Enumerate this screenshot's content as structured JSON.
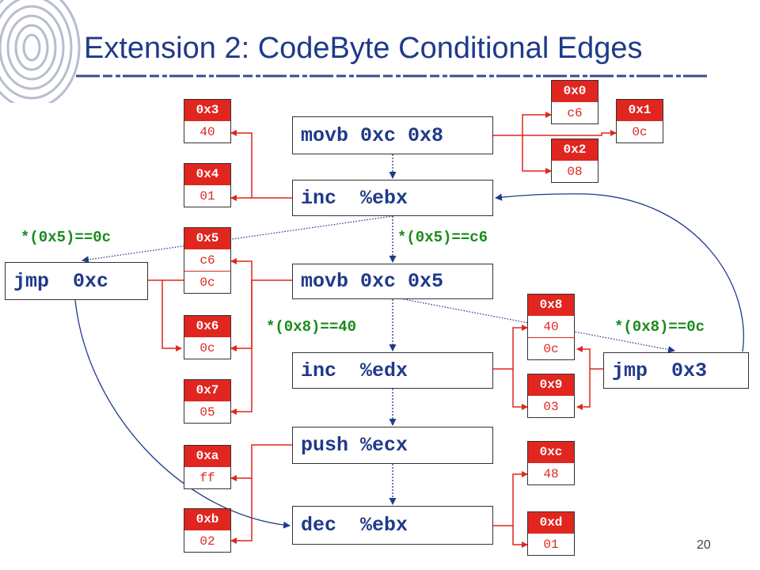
{
  "title": "Extension 2: CodeByte Conditional Edges",
  "page_number": "20",
  "instructions": {
    "movb1": "movb 0xc 0x8",
    "inc_ebx": "inc  %ebx",
    "movb2": "movb 0xc 0x5",
    "inc_edx": "inc  %edx",
    "push_ecx": "push %ecx",
    "dec_ebx": "dec  %ebx",
    "jmp_0xc": "jmp  0xc",
    "jmp_0x3": "jmp  0x3"
  },
  "memory": {
    "m0": {
      "addr": "0x0",
      "byte": "c6"
    },
    "m1": {
      "addr": "0x1",
      "byte": "0c"
    },
    "m2": {
      "addr": "0x2",
      "byte": "08"
    },
    "m3": {
      "addr": "0x3",
      "byte": "40"
    },
    "m4": {
      "addr": "0x4",
      "byte": "01"
    },
    "m5": {
      "addr": "0x5",
      "byte": "c6",
      "byte2": "0c"
    },
    "m6": {
      "addr": "0x6",
      "byte": "0c"
    },
    "m7": {
      "addr": "0x7",
      "byte": "05"
    },
    "m8": {
      "addr": "0x8",
      "byte": "40",
      "byte2": "0c"
    },
    "m9": {
      "addr": "0x9",
      "byte": "03"
    },
    "ma": {
      "addr": "0xa",
      "byte": "ff"
    },
    "mb": {
      "addr": "0xb",
      "byte": "02"
    },
    "mc": {
      "addr": "0xc",
      "byte": "48"
    },
    "md": {
      "addr": "0xd",
      "byte": "01"
    }
  },
  "conditions": {
    "c1": "*(0x5)==0c",
    "c2": "*(0x5)==c6",
    "c3": "*(0x8)==40",
    "c4": "*(0x8)==0c"
  },
  "colors": {
    "title": "#1f3a8a",
    "instruction_text": "#1f3a8a",
    "memory_red": "#e0261f",
    "condition_green": "#1a8a1a",
    "control_flow_blue": "#1f3a8a"
  }
}
